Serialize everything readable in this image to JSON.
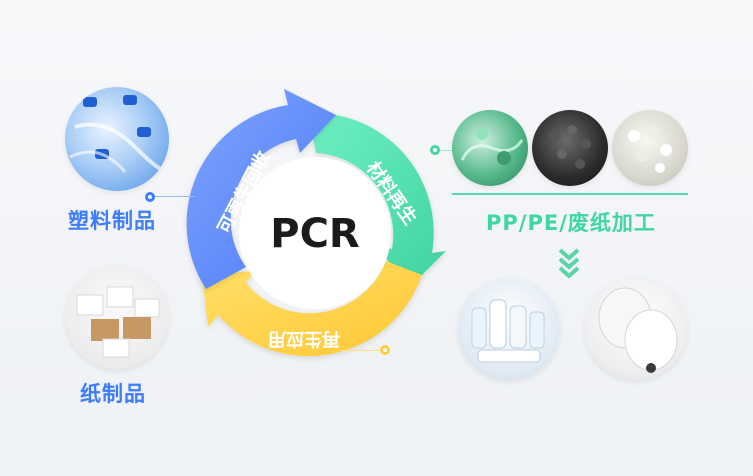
{
  "center": {
    "text": "PCR"
  },
  "cycle": {
    "arc_blue": "可再生回收",
    "arc_green": "材料再生",
    "arc_yellow": "再生应用"
  },
  "left": {
    "plastic_label": "塑料制品",
    "paper_label": "纸制品"
  },
  "right": {
    "process_label": "PP/PE/废纸加工"
  },
  "colors": {
    "blue": "#5b88ff",
    "green": "#55dcae",
    "yellow": "#ffd24a",
    "label_blue": "#3d7dfd",
    "label_green": "#3fd7a1"
  }
}
